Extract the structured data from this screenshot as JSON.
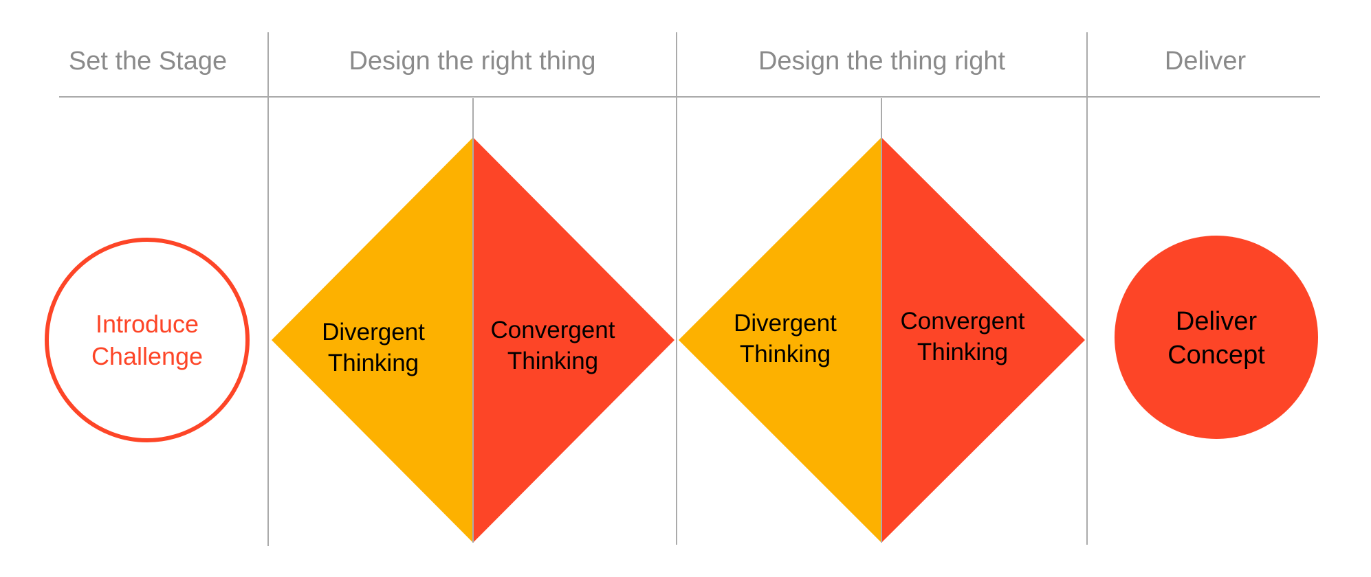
{
  "phases": [
    {
      "label": "Set the Stage"
    },
    {
      "label": "Design the right thing"
    },
    {
      "label": "Design the thing right"
    },
    {
      "label": "Deliver"
    }
  ],
  "intro": {
    "line1": "Introduce",
    "line2": "Challenge"
  },
  "diamonds": [
    {
      "left_line1": "Divergent",
      "left_line2": "Thinking",
      "right_line1": "Convergent",
      "right_line2": "Thinking"
    },
    {
      "left_line1": "Divergent",
      "left_line2": "Thinking",
      "right_line1": "Convergent",
      "right_line2": "Thinking"
    }
  ],
  "deliver": {
    "line1": "Deliver",
    "line2": "Concept"
  },
  "colors": {
    "orange_red": "#fd4527",
    "amber": "#fdb100",
    "divider": "#aaaaaa",
    "phase_text": "#8a8a8a"
  }
}
